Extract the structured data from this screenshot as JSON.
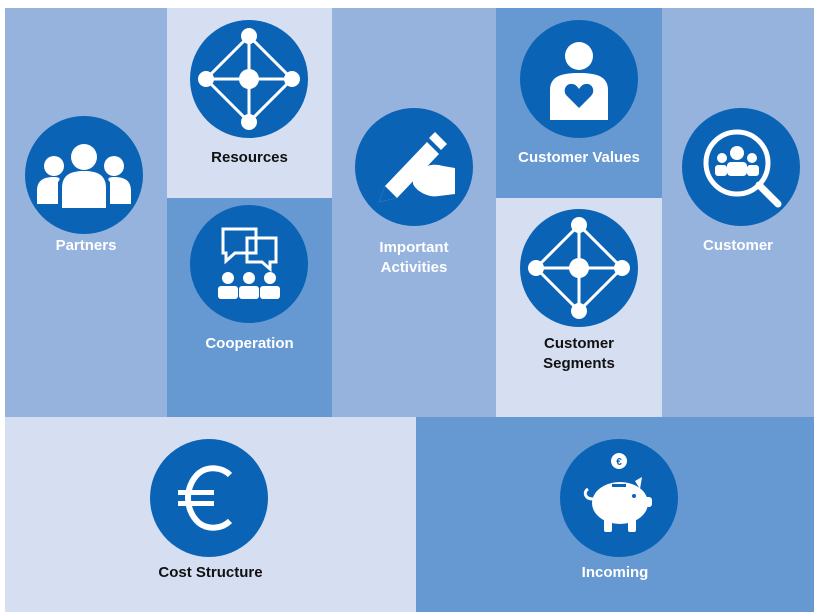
{
  "canvas": {
    "blocks": [
      {
        "id": "partners",
        "label": "Partners",
        "icon": "people-group-icon"
      },
      {
        "id": "resources",
        "label": "Resources",
        "icon": "network-diamond-icon"
      },
      {
        "id": "cooperation",
        "label": "Cooperation",
        "icon": "chat-people-icon"
      },
      {
        "id": "activities",
        "label_line1": "Important",
        "label_line2": "Activities",
        "icon": "pen-hand-icon"
      },
      {
        "id": "values",
        "label": "Customer Values",
        "icon": "person-heart-icon"
      },
      {
        "id": "segments",
        "label_line1": "Customer",
        "label_line2": "Segments",
        "icon": "network-diamond-icon"
      },
      {
        "id": "customer",
        "label": "Customer",
        "icon": "magnifier-people-icon"
      },
      {
        "id": "cost",
        "label": "Cost Structure",
        "icon": "euro-icon"
      },
      {
        "id": "incoming",
        "label": "Incoming",
        "icon": "piggy-bank-icon"
      }
    ],
    "colors": {
      "medium_blue": "#95b3dd",
      "light_blue": "#d5dff1",
      "dark_blue": "#6699d2",
      "circle_blue": "#0b63b6",
      "white": "#ffffff"
    }
  }
}
